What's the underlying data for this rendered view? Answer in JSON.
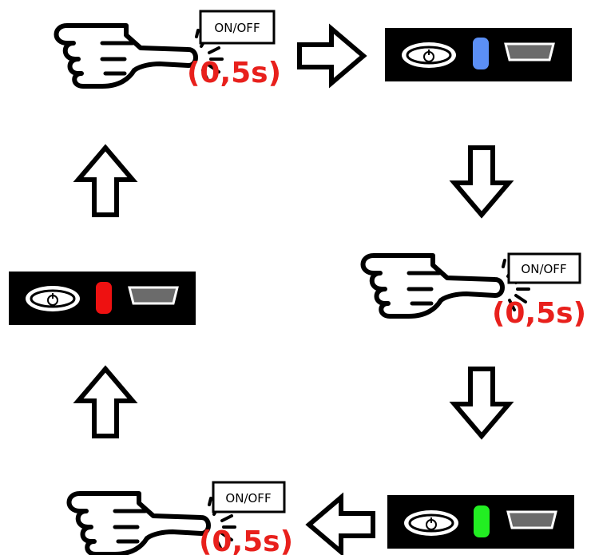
{
  "button_label": "ON/OFF",
  "press_duration": "(0,5s)",
  "steps": [
    {
      "kind": "press",
      "label": "ON/OFF",
      "duration": "(0,5s)"
    },
    {
      "kind": "panel",
      "led_color": "#5b8ff5",
      "led_name": "blue-led"
    },
    {
      "kind": "press",
      "label": "ON/OFF",
      "duration": "(0,5s)"
    },
    {
      "kind": "panel",
      "led_color": "#22ee22",
      "led_name": "green-led"
    },
    {
      "kind": "press",
      "label": "ON/OFF",
      "duration": "(0,5s)"
    },
    {
      "kind": "panel",
      "led_color": "#ee1111",
      "led_name": "red-led"
    }
  ],
  "colors": {
    "duration": "#e8201c",
    "panel": "#000000",
    "port": "#6b6b6b"
  }
}
